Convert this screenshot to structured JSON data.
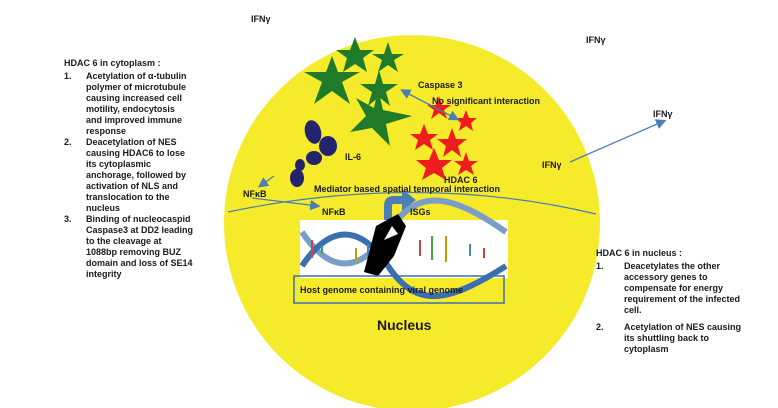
{
  "labels": {
    "ifn_top_left": "IFNγ",
    "ifn_top_right": "IFNγ",
    "ifn_arrow_tip": "IFNγ",
    "ifn_mid_right": "IFNγ",
    "caspase3": "Caspase 3",
    "no_interaction": "No significant interaction",
    "il6": "IL-6",
    "hdac6": "HDAC 6",
    "nfkb_outer": "NFκB",
    "nfkb_inner": "NFκB",
    "mediator": "Mediator based spatial temporal interaction",
    "isgs": "ISGs",
    "host_genome": "Host genome containing viral genome",
    "nucleus": "Nucleus"
  },
  "left_panel": {
    "title": "HDAC 6 in cytoplasm :",
    "items": [
      {
        "num": "1.",
        "lines": [
          "Acetylation of α-tubulin",
          "polymer of microtubule",
          "causing increased cell",
          "motility, endocytosis",
          "and improved immune",
          "response"
        ]
      },
      {
        "num": "2.",
        "lines": [
          "Deacetylation of NES",
          "causing  HDAC6 to lose",
          "its cytoplasmic",
          "anchorage, followed by",
          "activation of NLS and",
          "translocation to the",
          "nucleus"
        ]
      },
      {
        "num": "3.",
        "lines": [
          "Binding of nucleocaspid",
          "Caspase3 at DD2 leading",
          "to the cleavage at",
          "1088bp removing BUZ",
          "domain and loss of SE14",
          "integrity"
        ]
      }
    ]
  },
  "right_panel": {
    "title": "HDAC 6 in nucleus :",
    "items": [
      {
        "num": "1.",
        "lines": [
          "Deacetylates the other",
          "accessory genes to",
          "compensate for energy",
          "requirement of the infected",
          "cell."
        ]
      },
      {
        "num": "2.",
        "lines": [
          "Acetylation of NES causing",
          "its shuttling back to",
          "cytoplasm"
        ]
      }
    ]
  },
  "colors": {
    "cell_fill": "#f5eb2a",
    "star_green": "#1f7a2a",
    "star_red": "#ee1c1c",
    "il6_blob": "#23236e",
    "arrow_blue": "#4a7fb5",
    "genome_box": "#3b6fb0"
  }
}
